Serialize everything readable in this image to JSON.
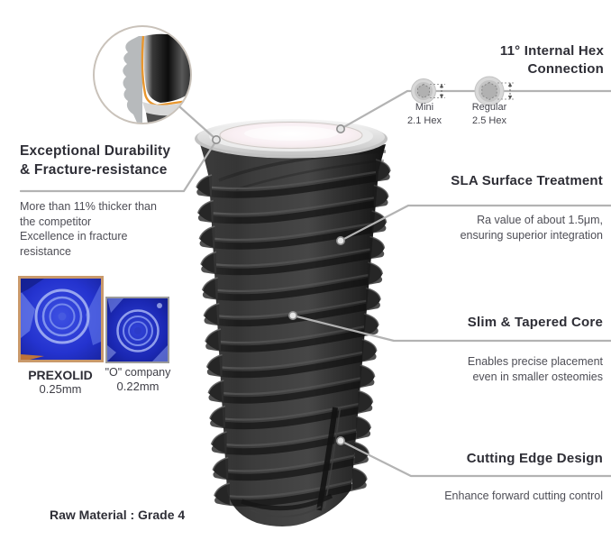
{
  "hex_connection": {
    "title": "11° Internal Hex\nConnection",
    "options": [
      {
        "label": "Mini",
        "size": "2.1 Hex"
      },
      {
        "label": "Regular",
        "size": "2.5 Hex"
      }
    ]
  },
  "durability": {
    "title": "Exceptional Durability\n& Fracture-resistance",
    "body": "More than 11% thicker than\nthe competitor\nExcellence in fracture\nresistance"
  },
  "thickness_comparison": {
    "items": [
      {
        "name": "PREXOLID",
        "value": "0.25mm"
      },
      {
        "name": "\"O\" company",
        "value": "0.22mm"
      }
    ]
  },
  "sla": {
    "title": "SLA Surface Treatment",
    "body": "Ra value of about 1.5μm,\nensuring superior integration"
  },
  "core": {
    "title": "Slim & Tapered Core",
    "body": "Enables precise placement\neven in smaller osteomies"
  },
  "cutting_edge": {
    "title": "Cutting Edge Design",
    "body": "Enhance forward cutting control"
  },
  "raw_material": "Raw Material : Grade 4",
  "colors": {
    "title_text": "#2e2e36",
    "body_text": "#4e4e56",
    "callout_line": "#b3b3b3",
    "accent_orange": "#e8962e",
    "implant_dark": "#2b2b2b",
    "micrograph_blue": "#2433cf"
  }
}
